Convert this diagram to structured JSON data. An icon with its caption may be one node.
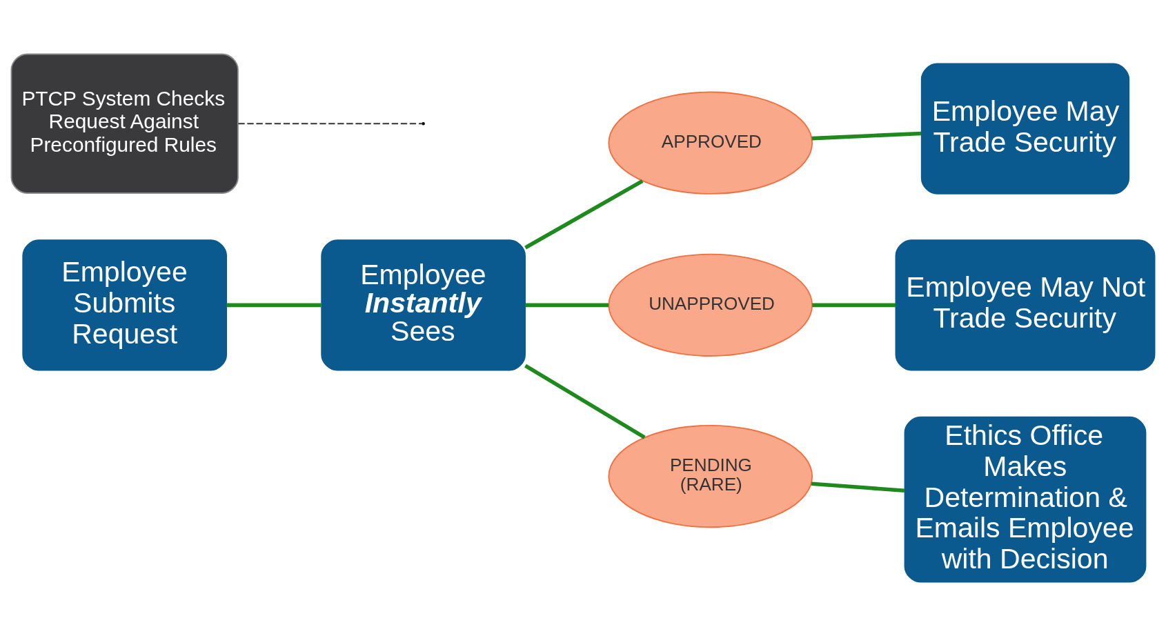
{
  "diagram": {
    "nodes": [
      {
        "text": [
          "Employee Submits Request"
        ]
      },
      {
        "text": [
          "Employee *Instantly* Sees"
        ]
      },
      {
        "text": [
          "APPROVED"
        ]
      },
      {
        "text": [
          "UNAPPROVED"
        ]
      },
      {
        "text": [
          "PENDING (RARE)"
        ]
      },
      {
        "text": [
          "Employee May Trade Security"
        ]
      },
      {
        "text": [
          "Employee May Not Trade Security"
        ]
      },
      {
        "text": [
          "Ethics Office Makes Determination & Emails Employee with Decision"
        ]
      },
      {
        "text": [
          "PTCP System Checks Request Against Preconfigured Rules"
        ]
      }
    ],
    "edges": [
      {
        "from": 0,
        "to": 1,
        "arrow": "none"
      },
      {
        "from": 1,
        "to": 2,
        "arrow": "none"
      },
      {
        "from": 1,
        "to": 3,
        "arrow": "none"
      },
      {
        "from": 1,
        "to": 4,
        "arrow": "none"
      },
      {
        "from": 2,
        "to": 5,
        "arrow": "none"
      },
      {
        "from": 3,
        "to": 6,
        "arrow": "none"
      },
      {
        "from": 4,
        "to": 7,
        "arrow": "none"
      },
      {
        "from": 8,
        "to": null,
        "arrow": "none",
        "style": "dashed",
        "color": "#333333"
      }
    ]
  }
}
